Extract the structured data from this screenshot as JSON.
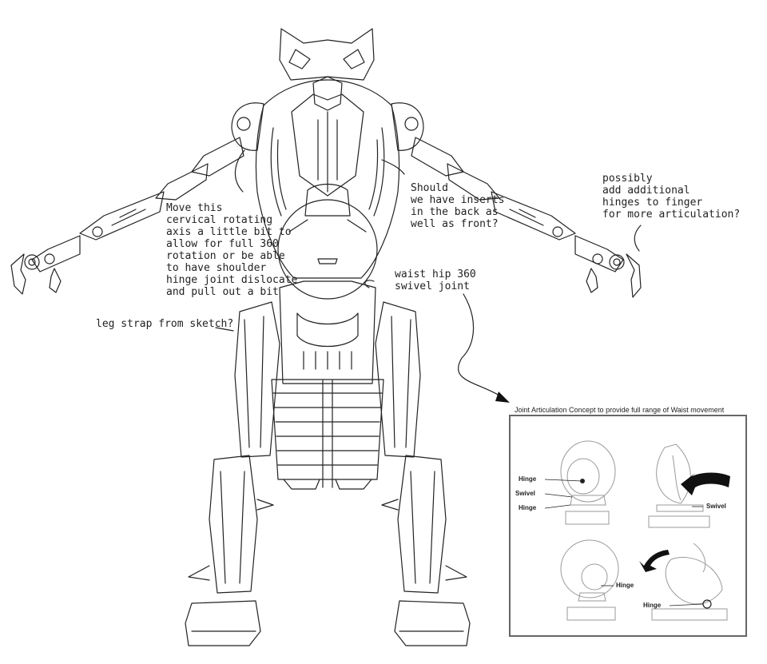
{
  "annotations": {
    "cervical": "Move this\ncervical rotating\naxis a little bit to\nallow for full 360\nrotation or be able\nto have shoulder\nhinge joint dislocate\nand pull out a bit",
    "inserts": "Should\nwe have inserts\nin the back as\nwell as front?",
    "finger": "possibly\nadd additional\nhinges to finger\nfor more articulation?",
    "waist": "waist hip 360\nswivel joint",
    "leg_strap": "leg strap from sketch?"
  },
  "inset": {
    "title": "Joint Articulation Concept to provide full range of Waist movement",
    "labels": {
      "hinge_a": "Hinge",
      "swivel_a": "Swivel",
      "hinge_b": "Hinge",
      "swivel_b": "Swivel",
      "hinge_c": "Hinge",
      "hinge_d": "Hinge"
    }
  },
  "colors": {
    "ink": "#222222",
    "paper": "#ffffff",
    "sketch": "#9a9a9a",
    "frame": "#666666"
  }
}
